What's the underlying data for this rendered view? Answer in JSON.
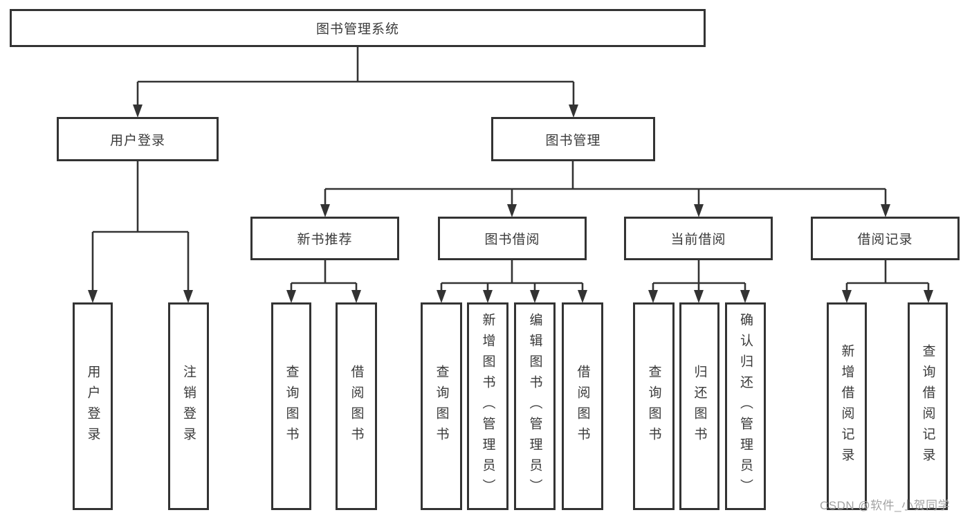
{
  "diagram": {
    "type": "function-tree",
    "orientation": "top-down",
    "root_label": "图书管理系统",
    "hierarchy": {
      "图书管理系统": {
        "用户登录": [
          "用户登录",
          "注销登录"
        ],
        "图书管理": {
          "新书推荐": [
            "查询图书",
            "借阅图书"
          ],
          "图书借阅": [
            "查询图书",
            "新增图书（管理员）",
            "编辑图书（管理员）",
            "借阅图书"
          ],
          "当前借阅": [
            "查询图书",
            "归还图书",
            "确认归还（管理员）"
          ],
          "借阅记录": [
            "新增借阅记录",
            "查询借阅记录"
          ]
        }
      }
    }
  },
  "nodes": {
    "root": "图书管理系统",
    "user_login": "用户登录",
    "book_mgmt": "图书管理",
    "new_book_rec": "新书推荐",
    "book_borrow": "图书借阅",
    "current_borrow": "当前借阅",
    "borrow_record": "借阅记录",
    "leaf_user_login": "用户登录",
    "leaf_logout": "注销登录",
    "leaf_nb_query": "查询图书",
    "leaf_nb_borrow": "借阅图书",
    "leaf_bb_query": "查询图书",
    "leaf_bb_add": "新增图书（管理员）",
    "leaf_bb_edit": "编辑图书（管理员）",
    "leaf_bb_borrow": "借阅图书",
    "leaf_cb_query": "查询图书",
    "leaf_cb_return": "归还图书",
    "leaf_cb_confirm": "确认归还（管理员）",
    "leaf_br_add": "新增借阅记录",
    "leaf_br_query": "查询借阅记录"
  },
  "watermark": "CSDN @软件_小贺同学",
  "colors": {
    "line": "#333333",
    "box_border": "#333333",
    "text": "#3a3a3a",
    "watermark": "#a3a3a3",
    "background": "#ffffff"
  }
}
